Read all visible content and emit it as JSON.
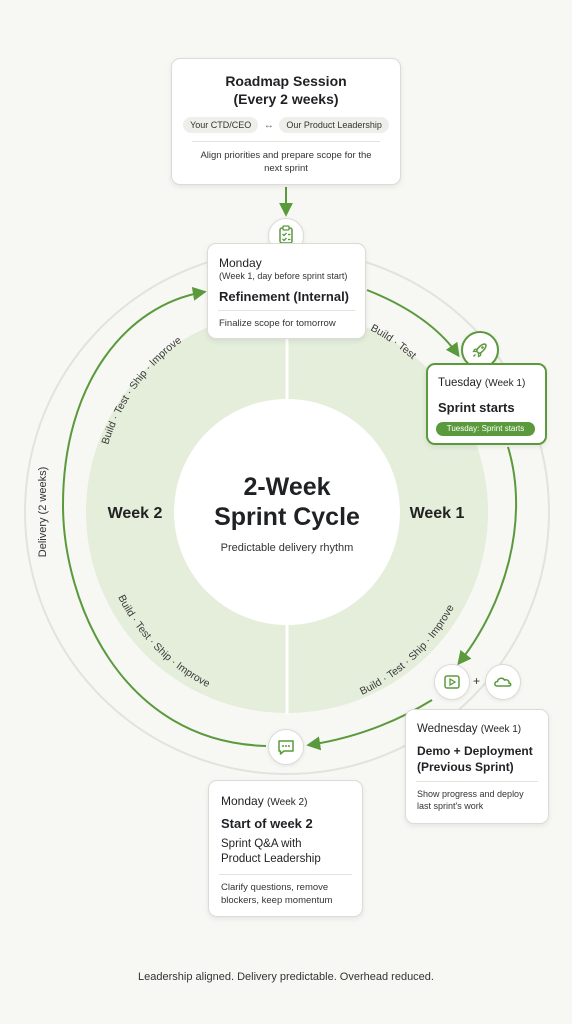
{
  "roadmap": {
    "title_line1": "Roadmap Session",
    "title_line2": "(Every 2 weeks)",
    "party_left": "Your CTD/CEO",
    "arrow": "↔",
    "party_right": "Our Product Leadership",
    "desc_line1": "Align priorities and prepare scope for the",
    "desc_line2": "next sprint"
  },
  "monday_w1": {
    "day": "Monday",
    "note": "(Week 1, day before sprint start)",
    "title": "Refinement (Internal)",
    "desc": "Finalize scope for tomorrow"
  },
  "tuesday": {
    "day": "Tuesday",
    "week": "(Week 1)",
    "title": "Sprint starts",
    "badge": "Tuesday: Sprint starts"
  },
  "wednesday": {
    "day": "Wednesday",
    "week": "(Week 1)",
    "title_line1": "Demo + Deployment",
    "title_line2": "(Previous Sprint)",
    "desc_line1": "Show progress and deploy",
    "desc_line2": "last sprint's work"
  },
  "monday_w2": {
    "day": "Monday",
    "week": "(Week 2)",
    "title": "Start of week 2",
    "sub_line1": "Sprint Q&A with",
    "sub_line2": "Product Leadership",
    "desc_line1": "Clarify questions, remove",
    "desc_line2": "blockers, keep momentum"
  },
  "center": {
    "title_line1": "2-Week",
    "title_line2": "Sprint Cycle",
    "subtitle": "Predictable delivery rhythm"
  },
  "wheel": {
    "week1_label": "Week 1",
    "week2_label": "Week 2",
    "top_right_label": "Build · Test",
    "top_left_label": "Build · Test · Ship · Improve",
    "bottom_right_label": "Build · Test · Ship · Improve",
    "bottom_left_label": "Build · Test · Ship · Improve",
    "outer_label": "Delivery (2 weeks)"
  },
  "icons": {
    "checklist": "clipboard-check-icon",
    "rocket": "rocket-icon",
    "play": "play-icon",
    "plus": "+",
    "cloud": "cloud-icon",
    "chat": "chat-bubble-icon"
  },
  "footer": "Leadership aligned. Delivery predictable. Overhead reduced.",
  "colors": {
    "accent": "#5a9a3c",
    "ring_fill": "#e4eedb",
    "badge_bg": "#5a9a3c",
    "background": "#f7f7f4"
  }
}
